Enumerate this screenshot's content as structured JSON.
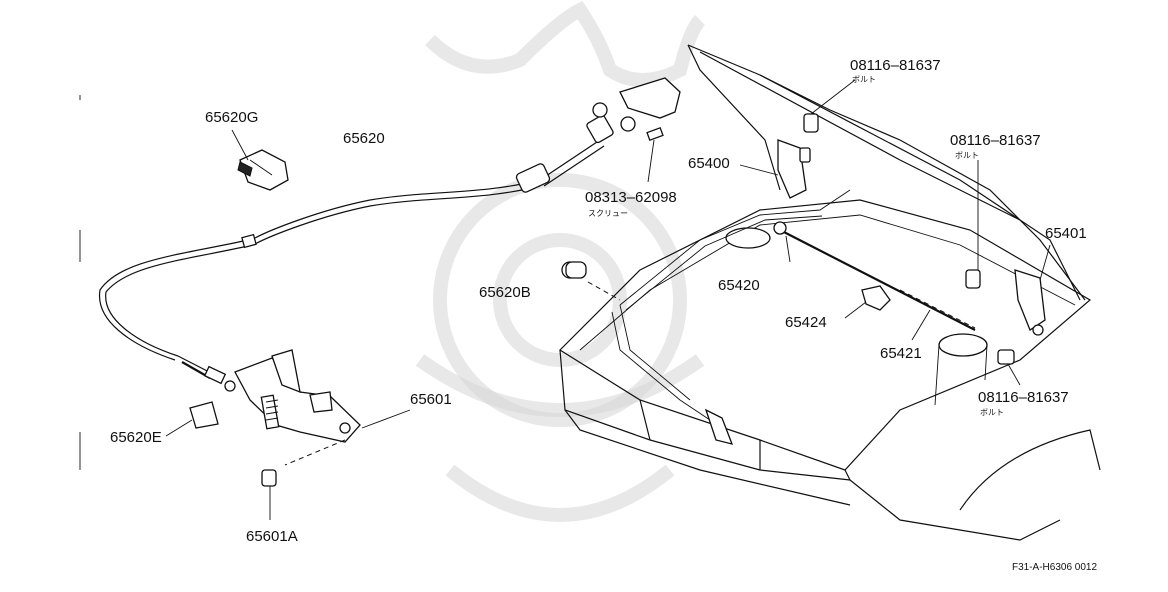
{
  "diagram": {
    "labels": {
      "p65620G": "65620G",
      "p65620": "65620",
      "p08313": "08313–62098",
      "p08313_sub": "スクリュー",
      "p65620B": "65620B",
      "p65620E": "65620E",
      "p65601": "65601",
      "p65601A": "65601A",
      "p08116_top": "08116–81637",
      "p08116_top_sub": "ボルト",
      "p65400": "65400",
      "p08116_mid": "08116–81637",
      "p08116_mid_sub": "ボルト",
      "p65401": "65401",
      "p65420": "65420",
      "p65424": "65424",
      "p65421": "65421",
      "p08116_bot": "08116–81637",
      "p08116_bot_sub": "ボルト"
    },
    "diagram_code": "F31-A-H6306 0012"
  }
}
